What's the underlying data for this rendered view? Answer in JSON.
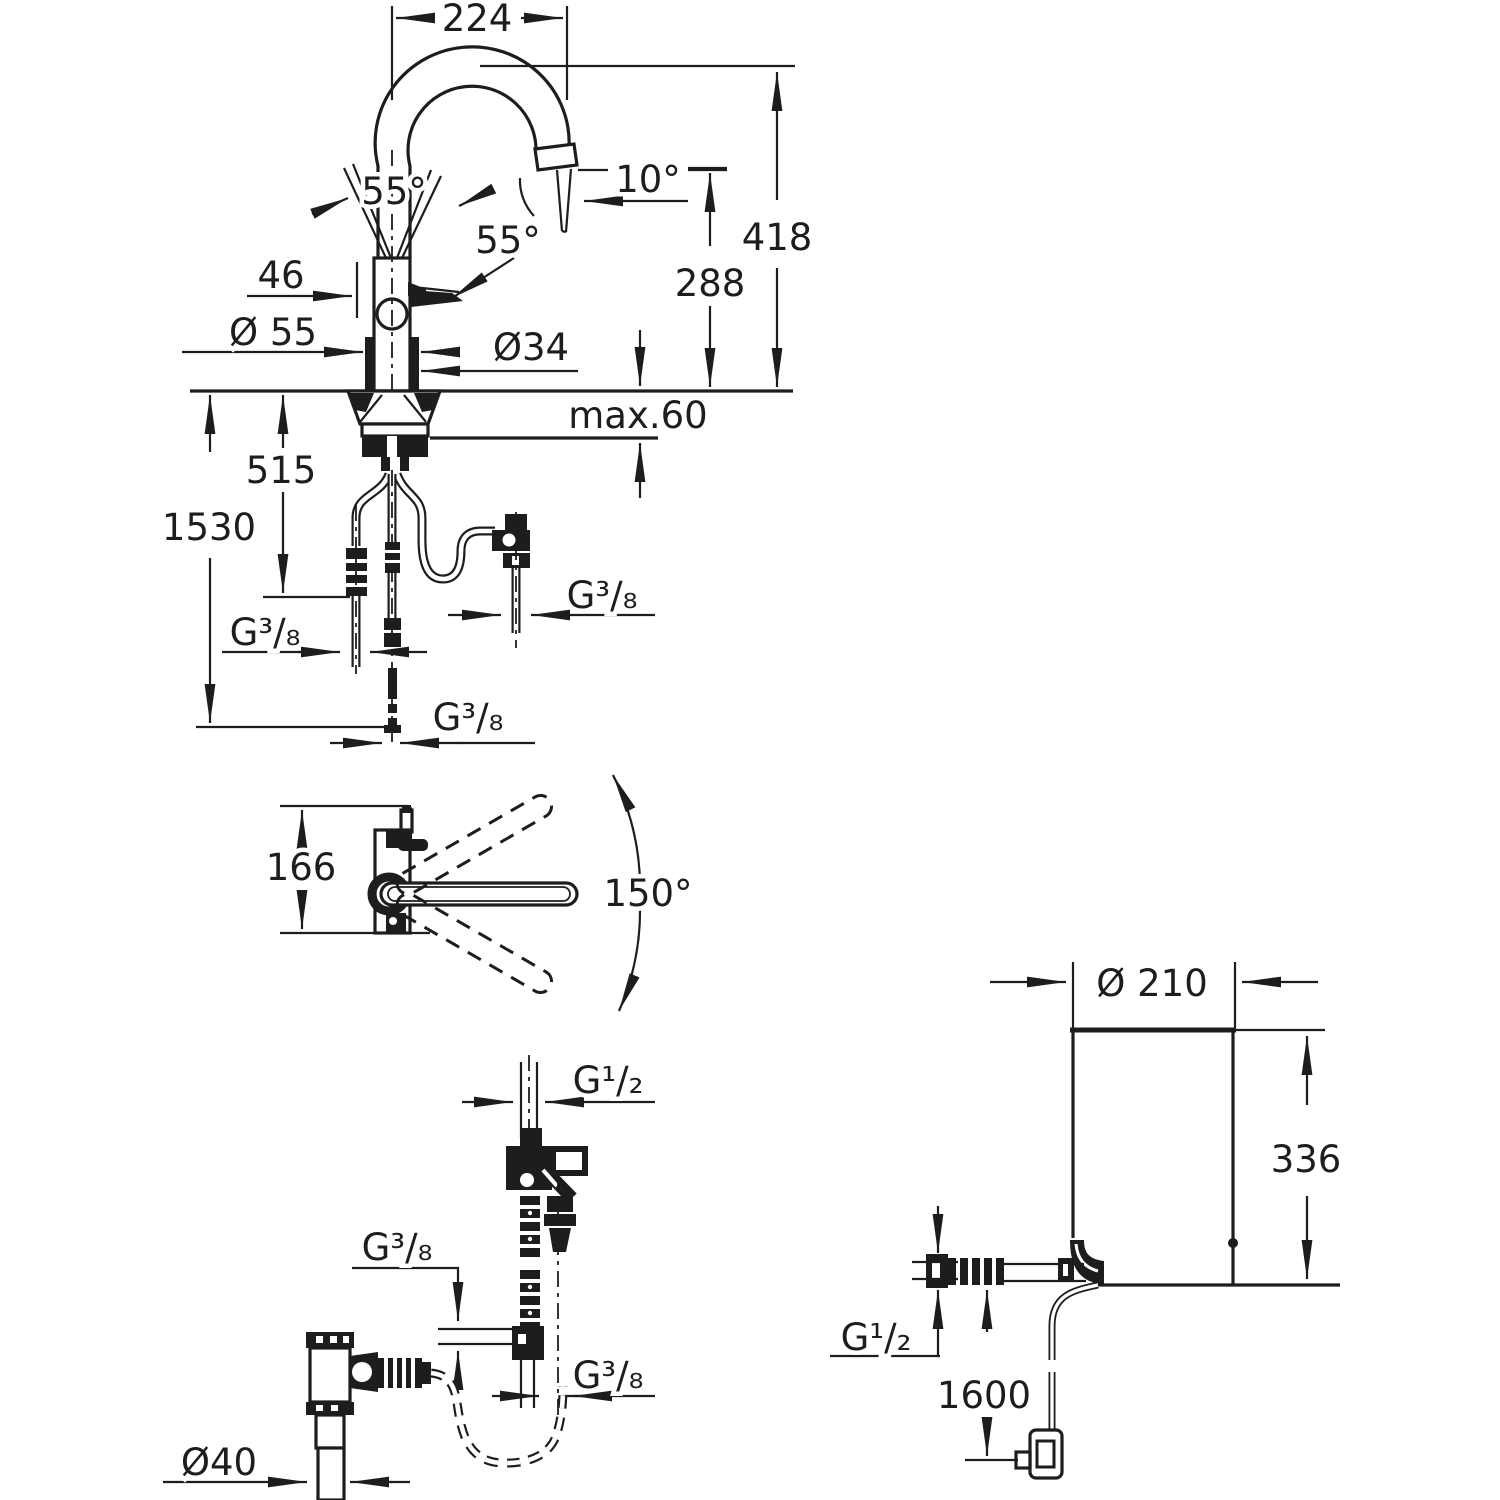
{
  "drawing": {
    "background": "#ffffff",
    "ink": "#1d1d1b",
    "kind": "technical dimensional drawing - kitchen faucet with under-sink boiler",
    "views": {
      "faucet_side": {
        "name": "faucet side view with installation dimensions",
        "dims": {
          "spout_reach": "224",
          "total_height": "418",
          "outlet_height": "288",
          "outlet_angle": "10°",
          "handle_angle_left": "55°",
          "handle_angle_front": "55°",
          "handle_offset": "46",
          "base_diameter": "Ø 55",
          "body_diameter": "Ø34",
          "max_deck_thickness": "max.60",
          "supply_hose_length": "515",
          "total_hose_length": "1530",
          "thread_left_hose": "G³/₈",
          "thread_valve_hose": "G³/₈",
          "thread_bottom_hose": "G³/₈"
        }
      },
      "faucet_top": {
        "name": "faucet top view with swivel range",
        "dims": {
          "body_depth": "166",
          "swivel_range": "150°"
        }
      },
      "installation": {
        "name": "under-sink valve, tee and trap installation detail",
        "dims": {
          "thread_inlet": "G¹/₂",
          "thread_branch": "G³/₈",
          "thread_hose": "G³/₈",
          "trap_diameter": "Ø40"
        }
      },
      "boiler": {
        "name": "under-sink boiler with hose and power cable",
        "dims": {
          "diameter": "Ø 210",
          "height": "336",
          "thread_connection": "G¹/₂",
          "cable_length": "1600"
        }
      }
    }
  }
}
